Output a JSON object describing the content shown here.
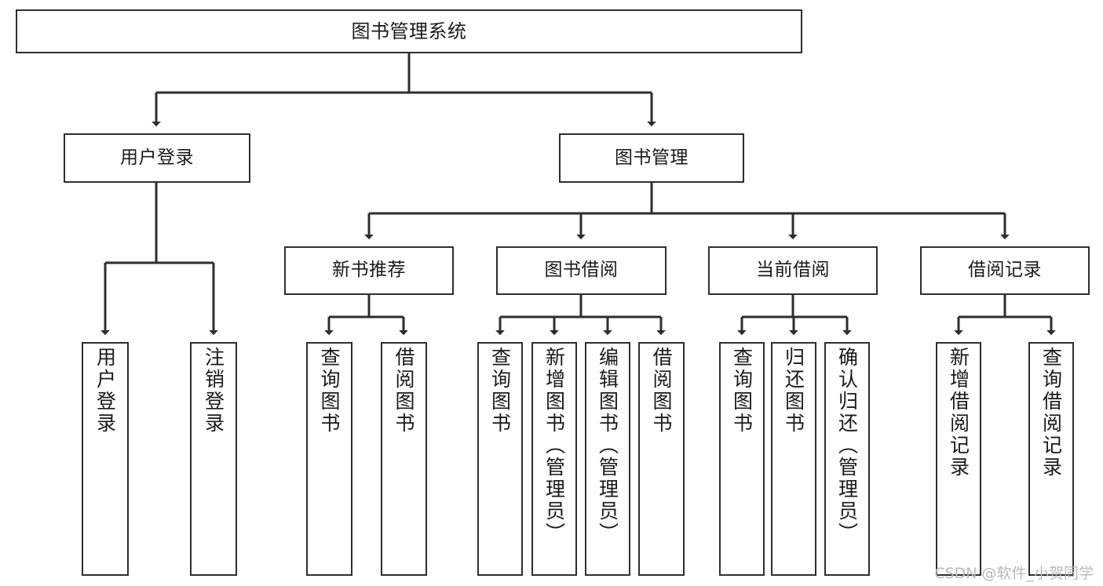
{
  "diagram": {
    "type": "tree",
    "title": "图书管理系统",
    "watermark": "CSDN @软件_小贺同学",
    "colors": {
      "stroke": "#2e2e2e",
      "fill": "#ffffff",
      "text": "#1a1a1a",
      "watermark": "#b9b9b9"
    },
    "nodes": {
      "root": {
        "label": "图书管理系统",
        "level": 1,
        "orientation": "horizontal"
      },
      "l2": [
        {
          "id": "user-login",
          "label": "用户登录",
          "level": 2,
          "orientation": "horizontal"
        },
        {
          "id": "book-manage",
          "label": "图书管理",
          "level": 2,
          "orientation": "horizontal"
        }
      ],
      "l3": [
        {
          "id": "new-book-recommend",
          "label": "新书推荐",
          "level": 3,
          "orientation": "horizontal"
        },
        {
          "id": "book-borrow",
          "label": "图书借阅",
          "level": 3,
          "orientation": "horizontal"
        },
        {
          "id": "current-borrow",
          "label": "当前借阅",
          "level": 3,
          "orientation": "horizontal"
        },
        {
          "id": "borrow-record",
          "label": "借阅记录",
          "level": 3,
          "orientation": "horizontal"
        }
      ],
      "leaves": [
        {
          "id": "leaf-user-login",
          "label": "用户登录",
          "parent": "user-login",
          "orientation": "vertical"
        },
        {
          "id": "leaf-user-logout",
          "label": "注销登录",
          "parent": "user-login",
          "orientation": "vertical"
        },
        {
          "id": "leaf-query-book-1",
          "label": "查询图书",
          "parent": "new-book-recommend",
          "orientation": "vertical"
        },
        {
          "id": "leaf-borrow-book-1",
          "label": "借阅图书",
          "parent": "new-book-recommend",
          "orientation": "vertical"
        },
        {
          "id": "leaf-query-book-2",
          "label": "查询图书",
          "parent": "book-borrow",
          "orientation": "vertical"
        },
        {
          "id": "leaf-add-book",
          "label": "新增图书（管理员）",
          "parent": "book-borrow",
          "orientation": "vertical"
        },
        {
          "id": "leaf-edit-book",
          "label": "编辑图书（管理员）",
          "parent": "book-borrow",
          "orientation": "vertical"
        },
        {
          "id": "leaf-borrow-book-2",
          "label": "借阅图书",
          "parent": "book-borrow",
          "orientation": "vertical"
        },
        {
          "id": "leaf-query-book-3",
          "label": "查询图书",
          "parent": "current-borrow",
          "orientation": "vertical"
        },
        {
          "id": "leaf-return-book",
          "label": "归还图书",
          "parent": "current-borrow",
          "orientation": "vertical"
        },
        {
          "id": "leaf-confirm-return",
          "label": "确认归还（管理员）",
          "parent": "current-borrow",
          "orientation": "vertical"
        },
        {
          "id": "leaf-add-record",
          "label": "新增借阅记录",
          "parent": "borrow-record",
          "orientation": "vertical"
        },
        {
          "id": "leaf-query-record",
          "label": "查询借阅记录",
          "parent": "borrow-record",
          "orientation": "vertical"
        }
      ]
    }
  }
}
